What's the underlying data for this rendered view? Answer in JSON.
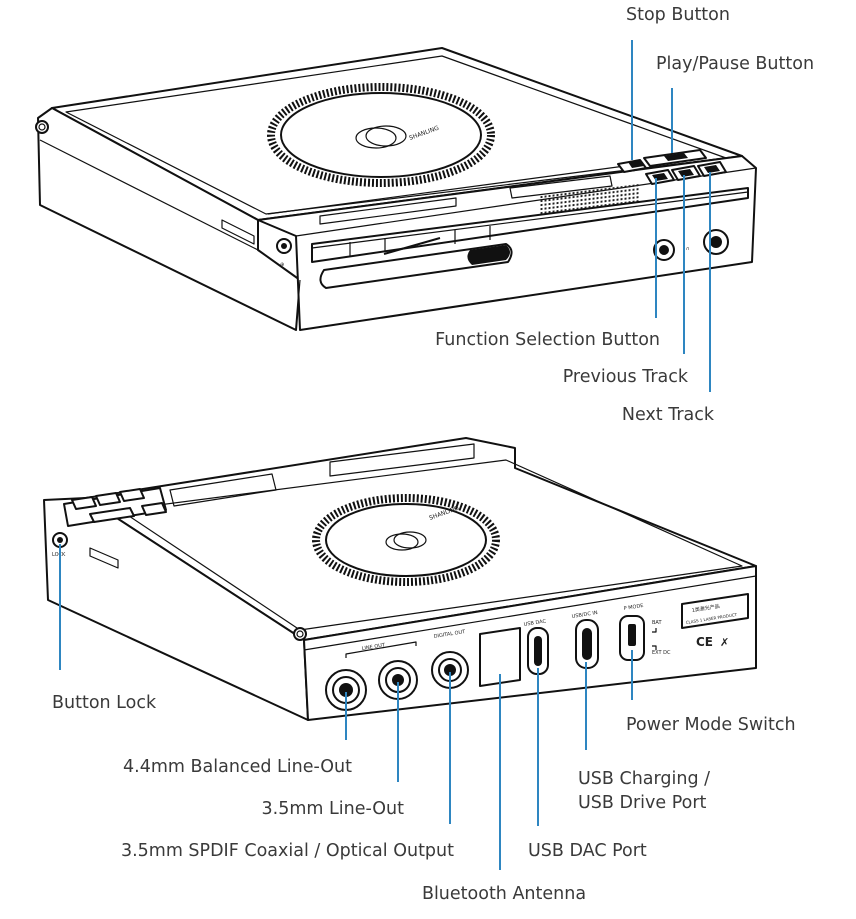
{
  "front_view": {
    "logo_text": "SHANLING",
    "callouts": {
      "stop": "Stop Button",
      "play_pause": "Play/Pause Button",
      "function_select": "Function Selection Button",
      "previous_track": "Previous Track",
      "next_track": "Next Track"
    }
  },
  "rear_view": {
    "port_labels": {
      "line_out": "LINE OUT",
      "digital_out": "DIGITAL OUT",
      "usb_dac": "USB DAC",
      "usb_dc_in": "USB/DC IN",
      "p_mode": "P MODE",
      "bat": "BAT",
      "ext_dc": "EXT DC",
      "lock": "LOCK",
      "laser_product": "1类激光产品",
      "laser_product_en": "CLASS 1 LASER PRODUCT",
      "ce_mark": "CE"
    },
    "callouts": {
      "button_lock": "Button Lock",
      "balanced_line_out": "4.4mm Balanced Line-Out",
      "line_out_35": "3.5mm Line-Out",
      "spdif": "3.5mm SPDIF Coaxial / Optical Output",
      "usb_dac_port": "USB DAC Port",
      "bluetooth_antenna": "Bluetooth Antenna",
      "power_mode_switch": "Power Mode Switch",
      "usb_charging_1": "USB Charging /",
      "usb_charging_2": "USB Drive Port"
    }
  }
}
